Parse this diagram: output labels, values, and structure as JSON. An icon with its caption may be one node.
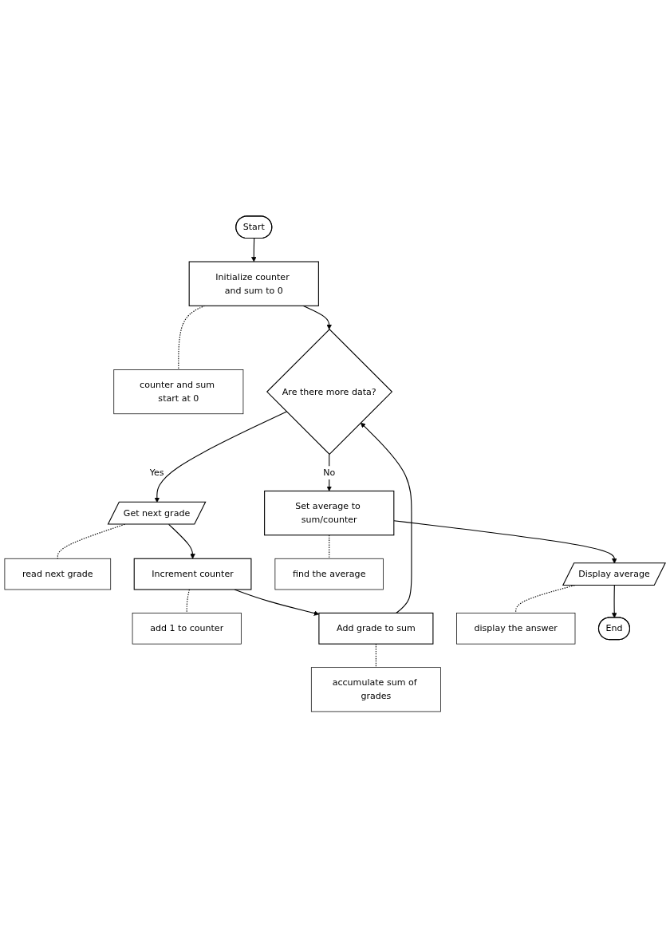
{
  "diagram": {
    "nodes": [
      {
        "text": [
          "Start"
        ]
      },
      {
        "text": [
          "Initialize counter and sum to 0"
        ]
      },
      {
        "text": [
          "counter and sum start at 0"
        ]
      },
      {
        "text": [
          "Are there more data?"
        ]
      },
      {
        "text": [
          "Get next grade"
        ]
      },
      {
        "text": [
          "read next grade"
        ]
      },
      {
        "text": [
          "Increment counter"
        ]
      },
      {
        "text": [
          "add 1 to counter"
        ]
      },
      {
        "text": [
          "Add grade to sum"
        ]
      },
      {
        "text": [
          "accumulate sum of grades"
        ]
      },
      {
        "text": [
          "Set average to sum/counter"
        ]
      },
      {
        "text": [
          "find the average"
        ]
      },
      {
        "text": [
          "Display average"
        ]
      },
      {
        "text": [
          "display the answer"
        ]
      },
      {
        "text": [
          "End"
        ]
      }
    ],
    "edges": [
      {
        "from": 0,
        "to": 1,
        "arrow": "to"
      },
      {
        "from": 1,
        "to": 2,
        "arrow": "none",
        "style": "dashed"
      },
      {
        "from": 1,
        "to": 3,
        "arrow": "to"
      },
      {
        "from": 3,
        "to": 4,
        "arrow": "to",
        "label": "Yes"
      },
      {
        "from": 4,
        "to": 5,
        "arrow": "none",
        "style": "dashed"
      },
      {
        "from": 4,
        "to": 6,
        "arrow": "to"
      },
      {
        "from": 6,
        "to": 7,
        "arrow": "none",
        "style": "dashed"
      },
      {
        "from": 6,
        "to": 8,
        "arrow": "to"
      },
      {
        "from": 8,
        "to": 9,
        "arrow": "none",
        "style": "dashed"
      },
      {
        "from": 8,
        "to": 3,
        "arrow": "to"
      },
      {
        "from": 3,
        "to": 10,
        "arrow": "to",
        "label": "No"
      },
      {
        "from": 10,
        "to": 11,
        "arrow": "none",
        "style": "dashed"
      },
      {
        "from": 10,
        "to": 12,
        "arrow": "to"
      },
      {
        "from": 12,
        "to": 13,
        "arrow": "none",
        "style": "dashed"
      },
      {
        "from": 12,
        "to": 14,
        "arrow": "to"
      }
    ]
  }
}
